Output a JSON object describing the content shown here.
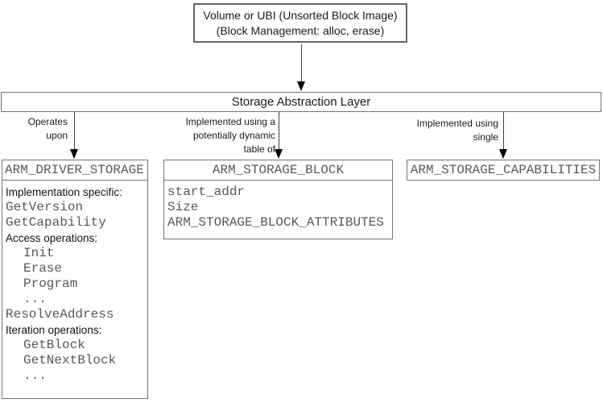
{
  "diagram": {
    "top_box": {
      "line1": "Volume or UBI (Unsorted Block Image)",
      "line2": "(Block Management: alloc, erase)"
    },
    "layer_title": "Storage Abstraction Layer",
    "edge_labels": {
      "left": [
        "Operates",
        "upon"
      ],
      "center": [
        "Implemented using a",
        "potentially dynamic",
        "table of"
      ],
      "right": [
        "Implemented using",
        "single"
      ]
    },
    "driver_storage": {
      "title": "ARM_DRIVER_STORAGE",
      "lines": [
        {
          "text": "Implementation specific:",
          "kind": "label"
        },
        {
          "text": "GetVersion",
          "kind": "code"
        },
        {
          "text": "GetCapability",
          "kind": "code"
        },
        {
          "text": "Access operations:",
          "kind": "label"
        },
        {
          "text": "Init",
          "kind": "code-indent"
        },
        {
          "text": "Erase",
          "kind": "code-indent"
        },
        {
          "text": "Program",
          "kind": "code-indent"
        },
        {
          "text": "...",
          "kind": "code-indent"
        },
        {
          "text": "ResolveAddress",
          "kind": "code"
        },
        {
          "text": "Iteration operations:",
          "kind": "label"
        },
        {
          "text": "GetBlock",
          "kind": "code-indent"
        },
        {
          "text": "GetNextBlock",
          "kind": "code-indent"
        },
        {
          "text": "...",
          "kind": "code-indent"
        }
      ]
    },
    "storage_block": {
      "title": "ARM_STORAGE_BLOCK",
      "lines": [
        {
          "text": "start_addr",
          "kind": "code"
        },
        {
          "text": "Size",
          "kind": "code"
        },
        {
          "text": "ARM_STORAGE_BLOCK_ATTRIBUTES",
          "kind": "code"
        }
      ]
    },
    "capabilities": {
      "title": "ARM_STORAGE_CAPABILITIES"
    }
  },
  "colors": {
    "background": "#ffffff",
    "box_border": "#757575",
    "top_box_border": "#646464",
    "code_text": "#595959",
    "label_text": "#1a1a1a",
    "arrow": "#000000"
  }
}
